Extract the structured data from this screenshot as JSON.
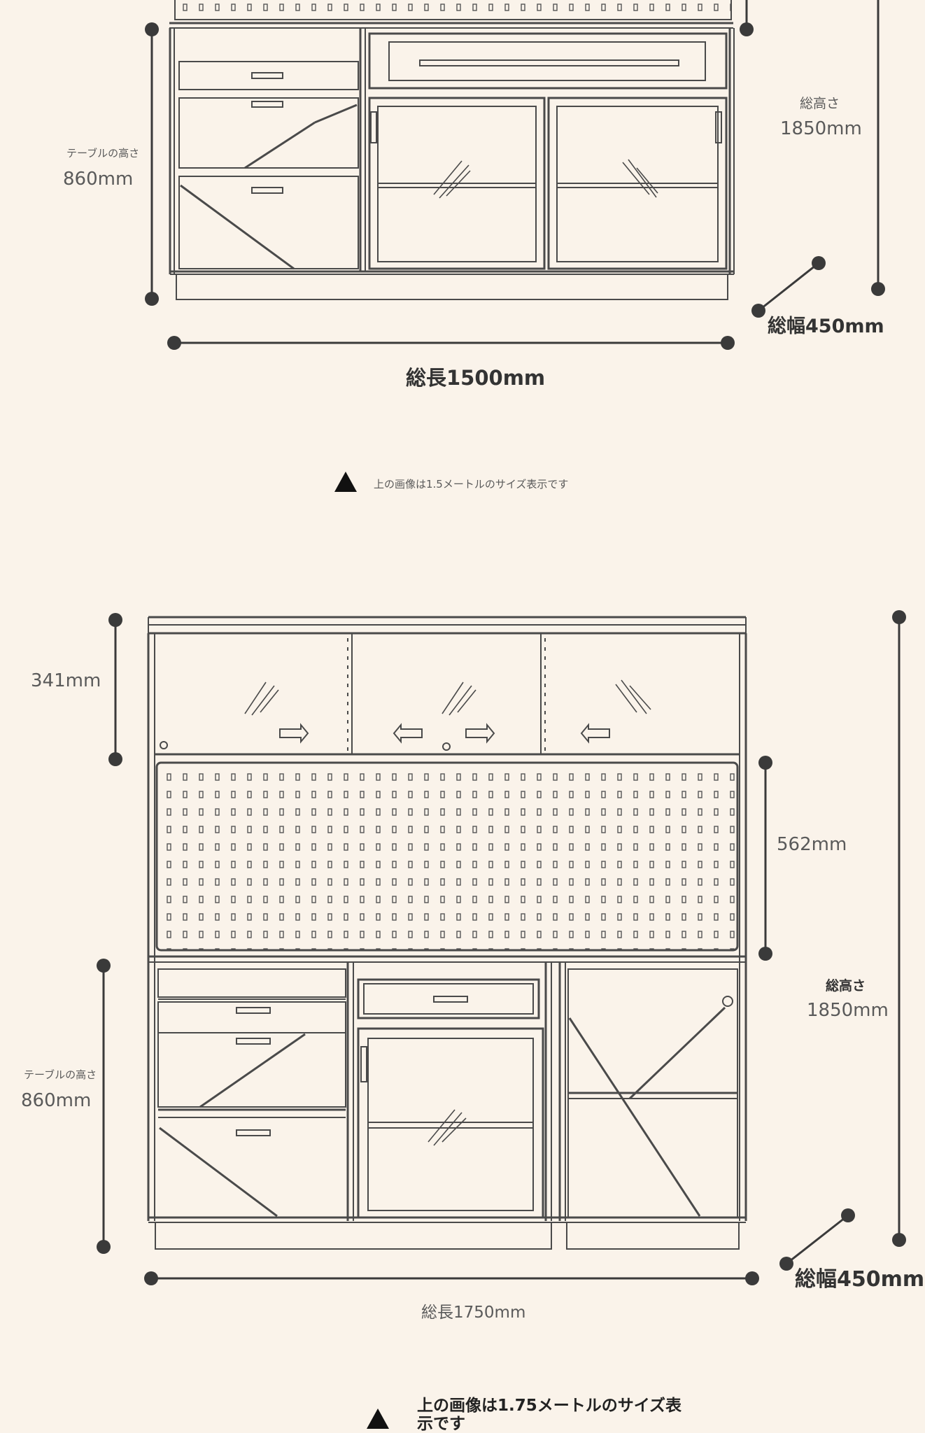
{
  "diagram1": {
    "table_height_label": "テーブルの高さ",
    "table_height_value": "860mm",
    "total_height_label": "総高さ",
    "total_height_value": "1850mm",
    "total_width": "総幅450mm",
    "total_length": "総長1500mm",
    "caption": "上の画像は1.5メートルのサイズ表示です"
  },
  "diagram2": {
    "top_height": "341mm",
    "pegboard_height": "562mm",
    "total_height_label": "総高さ",
    "total_height_value": "1850mm",
    "table_height_label": "テーブルの高さ",
    "table_height_value": "860mm",
    "total_width": "総幅450mm",
    "total_length": "総長1750mm",
    "caption": "上の画像は1.75メートルのサイズ表示です"
  },
  "colors": {
    "background": "#faf3ea",
    "line": "#4a4a4a",
    "dot": "#3a3a3a"
  }
}
